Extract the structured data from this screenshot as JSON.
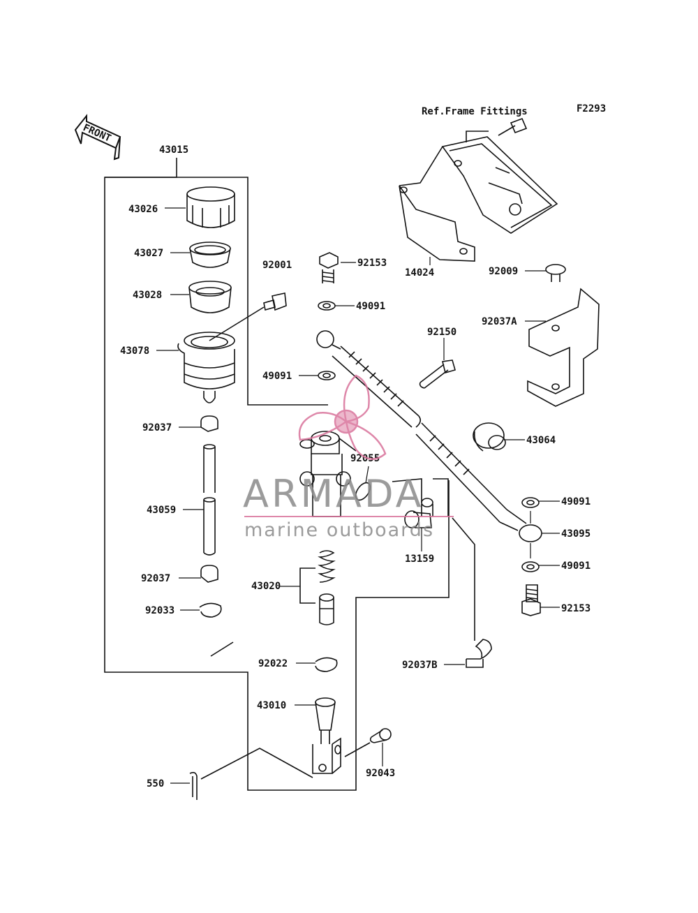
{
  "diagram": {
    "figure_code": "F2293",
    "ref_note": "Ref.Frame Fittings",
    "front_label": "FRONT",
    "parts": {
      "p43015": "43015",
      "p43026": "43026",
      "p43027": "43027",
      "p43028": "43028",
      "p43078": "43078",
      "p92037a": "92037",
      "p43059": "43059",
      "p92037b": "92037",
      "p92033": "92033",
      "p92001": "92001",
      "p92153a": "92153",
      "p49091a": "49091",
      "p49091b": "49091",
      "p92150": "92150",
      "p92055": "92055",
      "p43020": "43020",
      "p92022": "92022",
      "p43010": "43010",
      "p550": "550",
      "p92043": "92043",
      "p13159": "13159",
      "p92037B": "92037B",
      "p43064": "43064",
      "p49091c": "49091",
      "p43095": "43095",
      "p49091d": "49091",
      "p92153b": "92153",
      "p14024": "14024",
      "p92009": "92009",
      "p92037A": "92037A"
    }
  },
  "watermark": {
    "brand": "ARMADA",
    "tagline": "marine outboards",
    "color_logo": "#d9739b",
    "color_text": "#8a8a8a"
  }
}
